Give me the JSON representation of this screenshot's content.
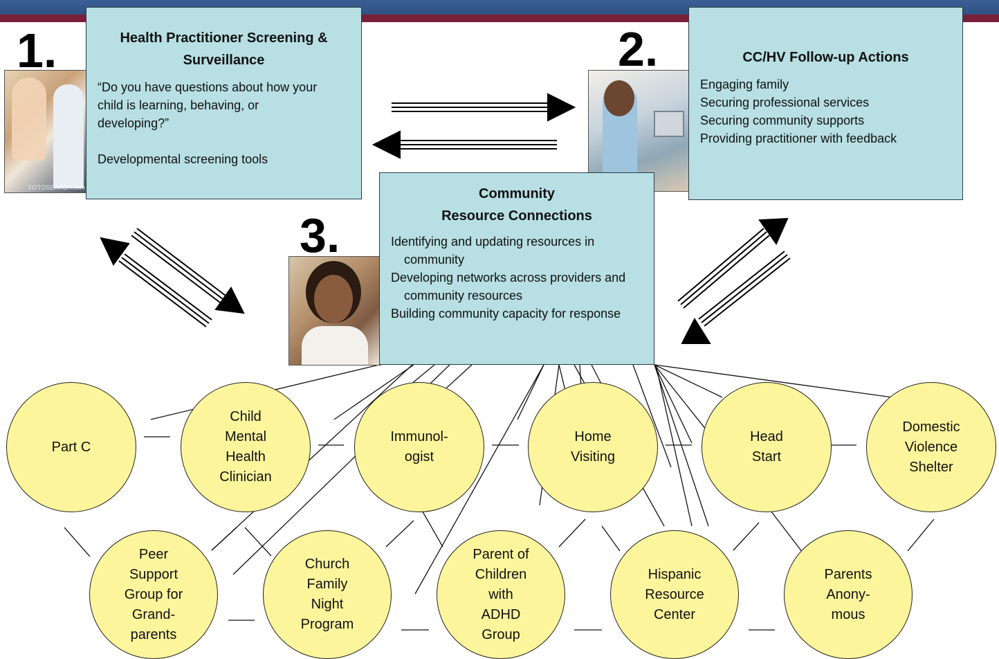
{
  "step1": {
    "number": "1.",
    "title_line1": "Health Practitioner Screening &",
    "title_line2": "Surveillance",
    "quote_line1": "“Do you have questions about how your",
    "quote_line2": "child is learning, behaving, or",
    "quote_line3": "developing?”",
    "tools": "Developmental screening tools",
    "watermark": "FOTOSEARCH.com"
  },
  "step2": {
    "number": "2.",
    "title": "CC/HV Follow-up Actions",
    "actions": [
      "Engaging family",
      "Securing professional services",
      "Securing community supports",
      "Providing practitioner with feedback"
    ]
  },
  "step3": {
    "number": "3.",
    "title_line1": "Community",
    "title_line2": "Resource Connections",
    "items": [
      "Identifying and updating resources in community",
      "Developing networks across providers and community resources",
      "Building community capacity for response"
    ]
  },
  "resources_top": [
    {
      "lines": [
        "Part C"
      ]
    },
    {
      "lines": [
        "Child",
        "Mental",
        "Health",
        "Clinician"
      ]
    },
    {
      "lines": [
        "Immunol-",
        "ogist"
      ]
    },
    {
      "lines": [
        "Home",
        "Visiting"
      ]
    },
    {
      "lines": [
        "Head",
        "Start"
      ]
    },
    {
      "lines": [
        "Domestic",
        "Violence",
        "Shelter"
      ]
    }
  ],
  "resources_bottom": [
    {
      "lines": [
        "Peer",
        "Support",
        "Group for",
        "Grand-",
        "parents"
      ]
    },
    {
      "lines": [
        "Church",
        "Family",
        "Night",
        "Program"
      ]
    },
    {
      "lines": [
        "Parent of",
        "Children",
        "with",
        "ADHD",
        "Group"
      ]
    },
    {
      "lines": [
        "Hispanic",
        "Resource",
        "Center"
      ]
    },
    {
      "lines": [
        "Parents",
        "Anony-",
        "mous"
      ]
    }
  ],
  "colors": {
    "box_fill": "#b7dfe4",
    "circle_fill": "#fdf59c",
    "header_blue": "#2e4f80",
    "header_maroon": "#7a1f3a"
  }
}
